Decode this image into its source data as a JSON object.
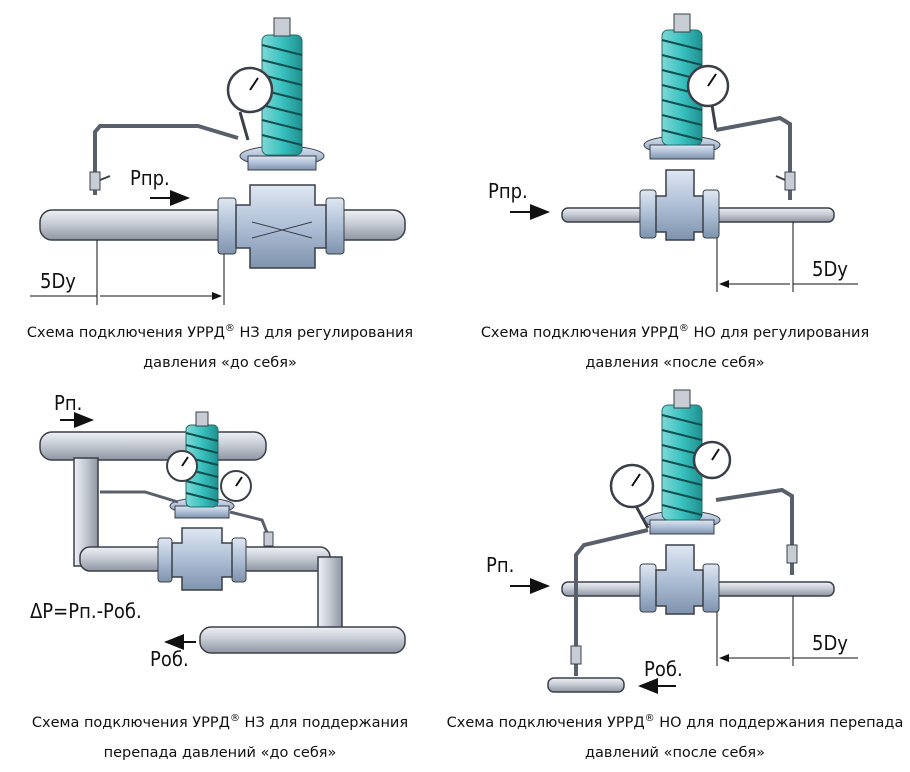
{
  "diagrams": [
    {
      "caption_prefix": "Схема подключения УРРД",
      "caption_mark": "®",
      "caption_rest": " НЗ для регулирования",
      "caption_line2": "давления «до себя»",
      "labels": {
        "pressure": "Pпр.",
        "distance": "5Dy"
      }
    },
    {
      "caption_prefix": "Схема подключения УРРД",
      "caption_mark": "®",
      "caption_rest": " НО для регулирования",
      "caption_line2": "давления «после себя»",
      "labels": {
        "pressure": "Pпр.",
        "distance": "5Dy"
      }
    },
    {
      "caption_prefix": "Схема подключения УРРД",
      "caption_mark": "®",
      "caption_rest": " НЗ для поддержания",
      "caption_line2": "перепада давлений «до себя»",
      "labels": {
        "pressure_in": "Pп.",
        "pressure_out": "Pоб.",
        "delta": "ΔP=Pп.-Pоб."
      }
    },
    {
      "caption_prefix": "Схема подключения УРРД",
      "caption_mark": "®",
      "caption_rest": " НО для поддержания перепада",
      "caption_line2": "давлений «после себя»",
      "labels": {
        "pressure_in": "Pп.",
        "pressure_out": "Pоб.",
        "distance": "5Dy"
      }
    }
  ],
  "colors": {
    "pipe": "#c8cdd6",
    "pipe_stroke": "#3a3f48",
    "spring": "#39c2c0",
    "valve": "#b9c8dc"
  }
}
